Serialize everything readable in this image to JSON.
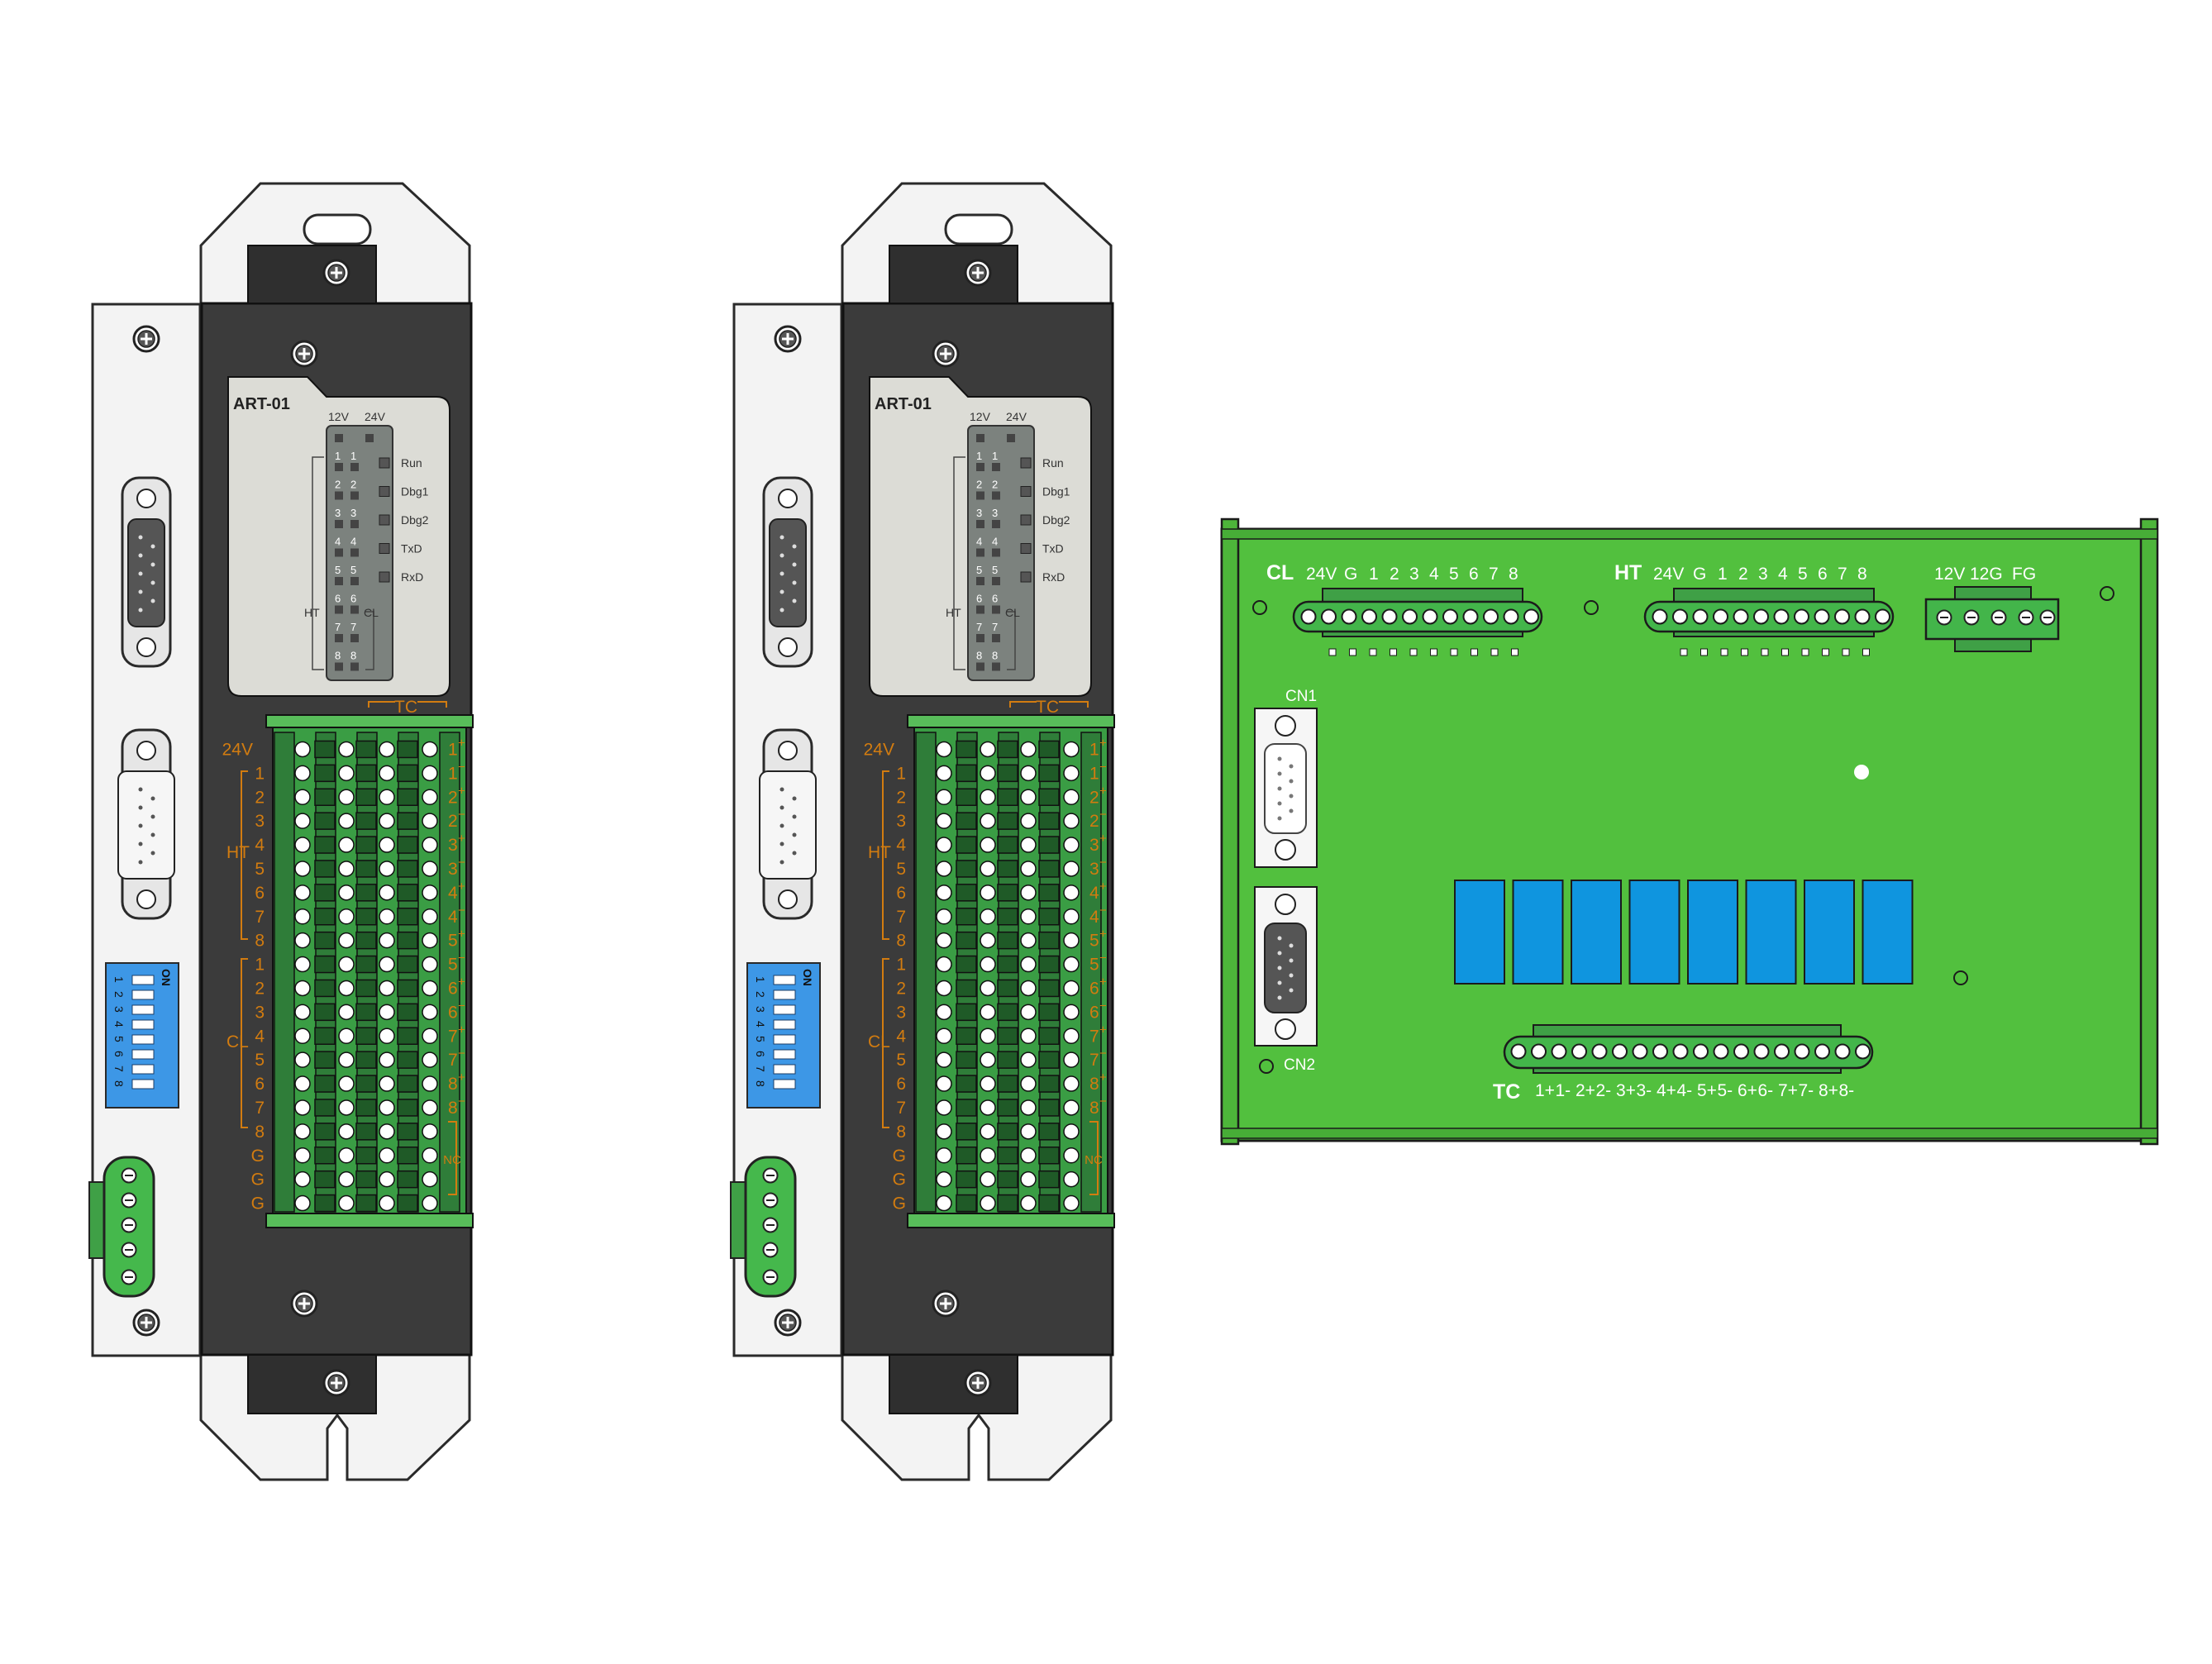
{
  "module": {
    "model": "ART-01",
    "jumper_cols": [
      "12V",
      "24V"
    ],
    "jumper_rows": [
      "1",
      "2",
      "3",
      "4",
      "5",
      "6",
      "7",
      "8"
    ],
    "jumper_left_tag": "HT",
    "jumper_right_tag": "CL",
    "leds": [
      "Run",
      "Dbg1",
      "Dbg2",
      "TxD",
      "RxD"
    ],
    "tc_header": "TC",
    "left_labels": [
      "24V",
      "1",
      "2",
      "3",
      "4",
      "5",
      "6",
      "7",
      "8",
      "1",
      "2",
      "3",
      "4",
      "5",
      "6",
      "7",
      "8",
      "G",
      "G",
      "G"
    ],
    "ht_tag": "HT",
    "cl_tag": "CL",
    "right_labels": [
      "1",
      "1",
      "2",
      "2",
      "3",
      "3",
      "4",
      "4",
      "5",
      "5",
      "6",
      "6",
      "7",
      "7",
      "8",
      "8"
    ],
    "right_signs": [
      "+",
      "−",
      "+",
      "−",
      "+",
      "−",
      "+",
      "−",
      "+",
      "−",
      "+",
      "−",
      "+",
      "−",
      "+",
      "−"
    ],
    "nc_tag": "NC",
    "dip_on": "ON",
    "dip_numbers": [
      "1",
      "2",
      "3",
      "4",
      "5",
      "6",
      "7",
      "8"
    ]
  },
  "board": {
    "cl_title": "CL",
    "cl_terms": [
      "24V",
      "G",
      "1",
      "2",
      "3",
      "4",
      "5",
      "6",
      "7",
      "8"
    ],
    "ht_title": "HT",
    "ht_terms": [
      "24V",
      "G",
      "1",
      "2",
      "3",
      "4",
      "5",
      "6",
      "7",
      "8"
    ],
    "pwr_terms": [
      "12V",
      "12G",
      "FG"
    ],
    "cn1": "CN1",
    "cn2": "CN2",
    "tc_title": "TC",
    "tc_terms": [
      "1+",
      "1-",
      "2+",
      "2-",
      "3+",
      "3-",
      "4+",
      "4-",
      "5+",
      "5-",
      "6+",
      "6-",
      "7+",
      "7-",
      "8+",
      "8-"
    ]
  },
  "colors": {
    "pcb_green": "#52c03e",
    "terminal_green": "#43b54a",
    "relay_blue": "#0f95df",
    "panel_dark": "#3b3b3b",
    "label_orange": "#d27c10",
    "dip_blue": "#3d97e6"
  }
}
